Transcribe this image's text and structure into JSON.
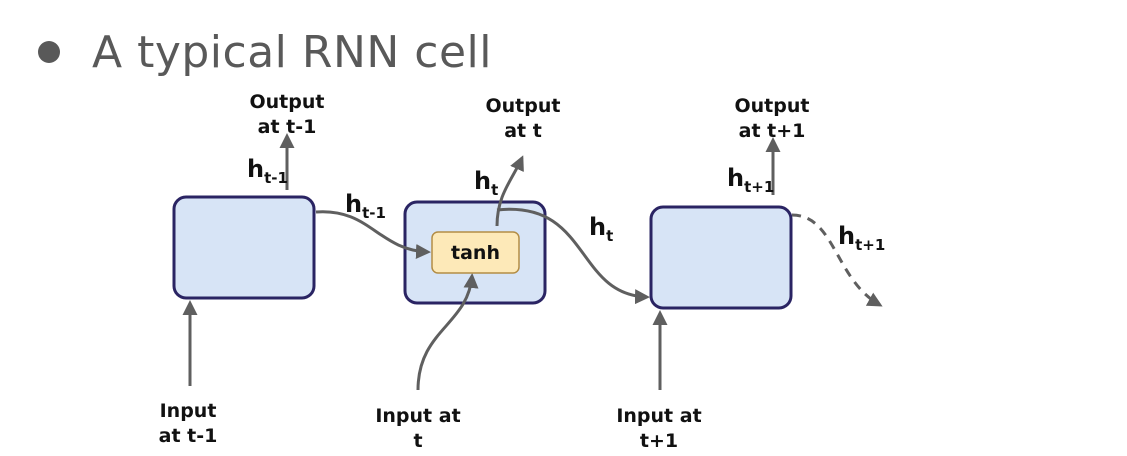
{
  "slide": {
    "title": "A typical RNN cell"
  },
  "diagram": {
    "tanh_label": "tanh",
    "outputs": [
      {
        "line1": "Output",
        "line2": "at t-1"
      },
      {
        "line1": "Output",
        "line2": "at t"
      },
      {
        "line1": "Output",
        "line2": "at t+1"
      }
    ],
    "inputs": [
      {
        "line1": "Input",
        "line2": "at t-1"
      },
      {
        "line1": "Input at",
        "line2": "t"
      },
      {
        "line1": "Input at",
        "line2": "t+1"
      }
    ],
    "hidden_labels": [
      {
        "base": "h",
        "sub": "t-1"
      },
      {
        "base": "h",
        "sub": "t-1"
      },
      {
        "base": "h",
        "sub": "t"
      },
      {
        "base": "h",
        "sub": "t"
      },
      {
        "base": "h",
        "sub": "t+1"
      },
      {
        "base": "h",
        "sub": "t+1"
      }
    ]
  }
}
